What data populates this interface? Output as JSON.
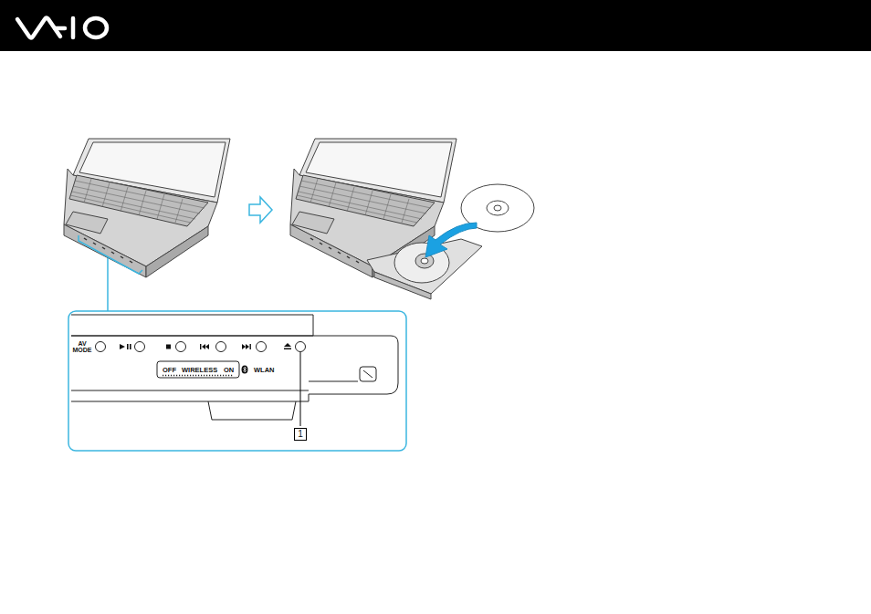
{
  "diagram": {
    "labels": [
      "AV MODE",
      "OFF",
      "WIRELESS",
      "ON",
      "WLAN",
      "1"
    ]
  }
}
